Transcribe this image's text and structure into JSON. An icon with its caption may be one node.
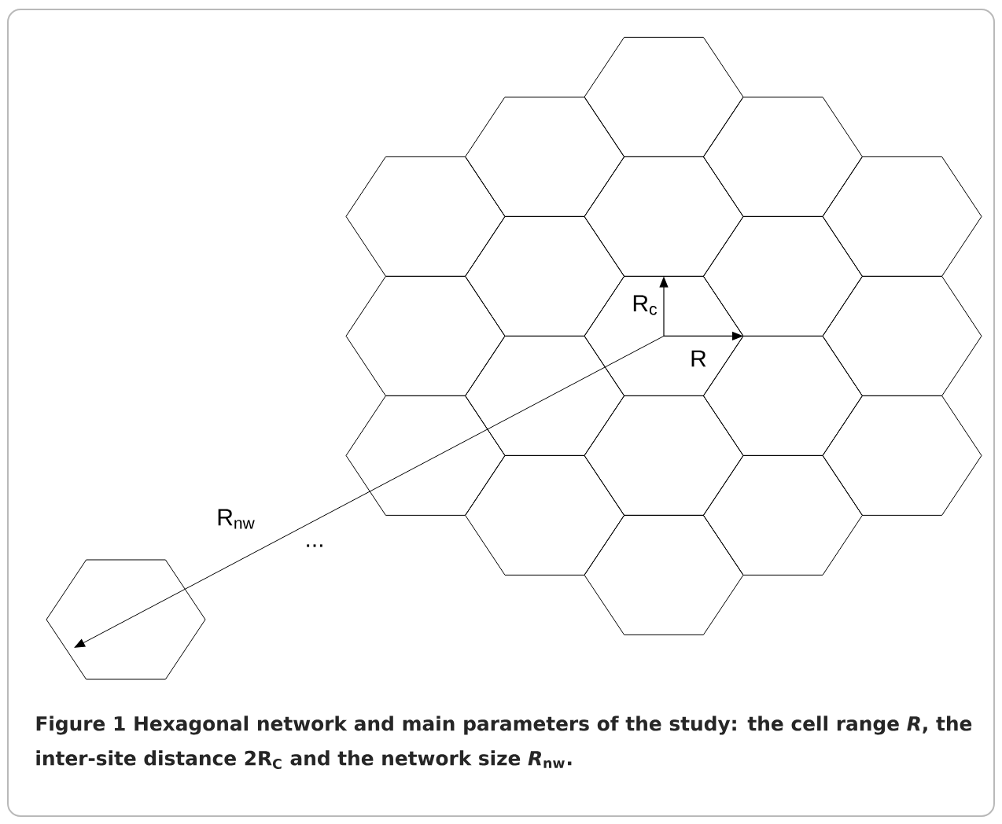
{
  "diagram": {
    "caption": "Figure 1 Hexagonal network and main parameters of the study: the cell range *R*, the inter-site distance 2R$_{C}$ and the network size *R*$_{nw}$.",
    "labels": [
      "R$_{c}$",
      "R",
      "R$_{nw}$",
      "..."
    ]
  }
}
